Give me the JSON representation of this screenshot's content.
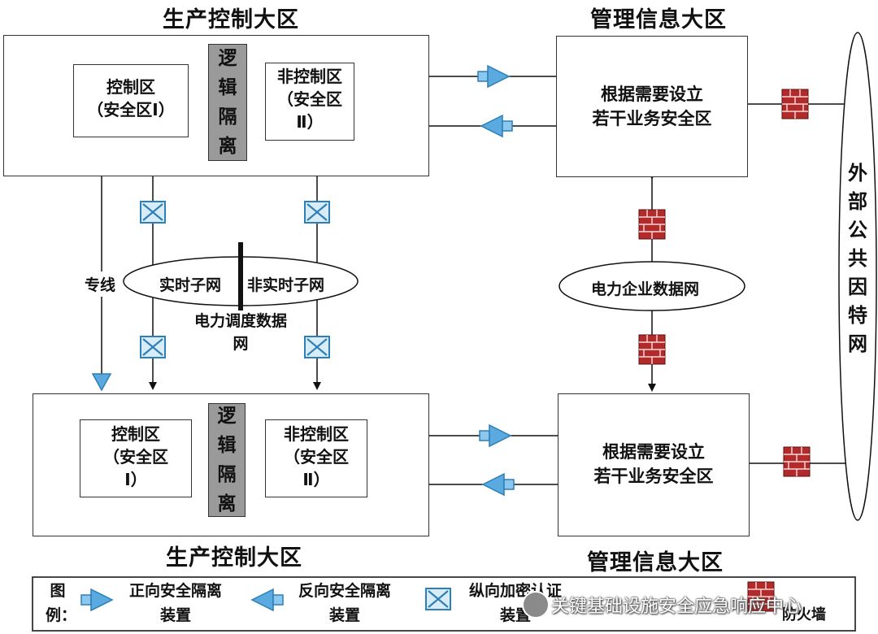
{
  "top": {
    "left_title": "生产控制大区",
    "right_title": "管理信息大区",
    "control_zone_line1": "控制区",
    "control_zone_line2": "（安全区Ⅰ）",
    "isolation_chars": [
      "逻",
      "辑",
      "隔",
      "离"
    ],
    "noncontrol_line1": "非控制区",
    "noncontrol_line2": "（安全区",
    "noncontrol_line3": "Ⅱ）",
    "mgmt_line1": "根据需要设立",
    "mgmt_line2": "若干业务安全区"
  },
  "middle": {
    "dedicated_line": "专线",
    "realtime_subnet": "实时子网",
    "nonrealtime_subnet": "非实时子网",
    "dispatch_network_line1": "电力调度数据",
    "dispatch_network_line2": "网",
    "enterprise_network": "电力企业数据网",
    "external_network_chars": [
      "外",
      "部",
      "公",
      "共",
      "因",
      "特",
      "网"
    ]
  },
  "bottom": {
    "left_title": "生产控制大区",
    "right_title": "管理信息大区",
    "control_zone_line1": "控制区",
    "control_zone_line2": "（安全区",
    "control_zone_line3": "Ⅰ）",
    "isolation_chars": [
      "逻",
      "辑",
      "隔",
      "离"
    ],
    "noncontrol_line1": "非控制区",
    "noncontrol_line2": "（安全区",
    "noncontrol_line3": "Ⅱ）",
    "mgmt_line1": "根据需要设立",
    "mgmt_line2": "若干业务安全区"
  },
  "legend": {
    "title_line1": "图",
    "title_line2": "例：",
    "forward_line1": "正向安全隔离",
    "forward_line2": "装置",
    "reverse_line1": "反向安全隔离",
    "reverse_line2": "装置",
    "crypto_line1": "纵向加密认证",
    "crypto_line2": "装置",
    "firewall": "防火墙",
    "watermark": "关键基础设施安全应急响应中心"
  },
  "colors": {
    "device_blue": "#5aa9df",
    "firewall_red": "#b22a2a",
    "isolation_gray": "#9a9a9a"
  }
}
